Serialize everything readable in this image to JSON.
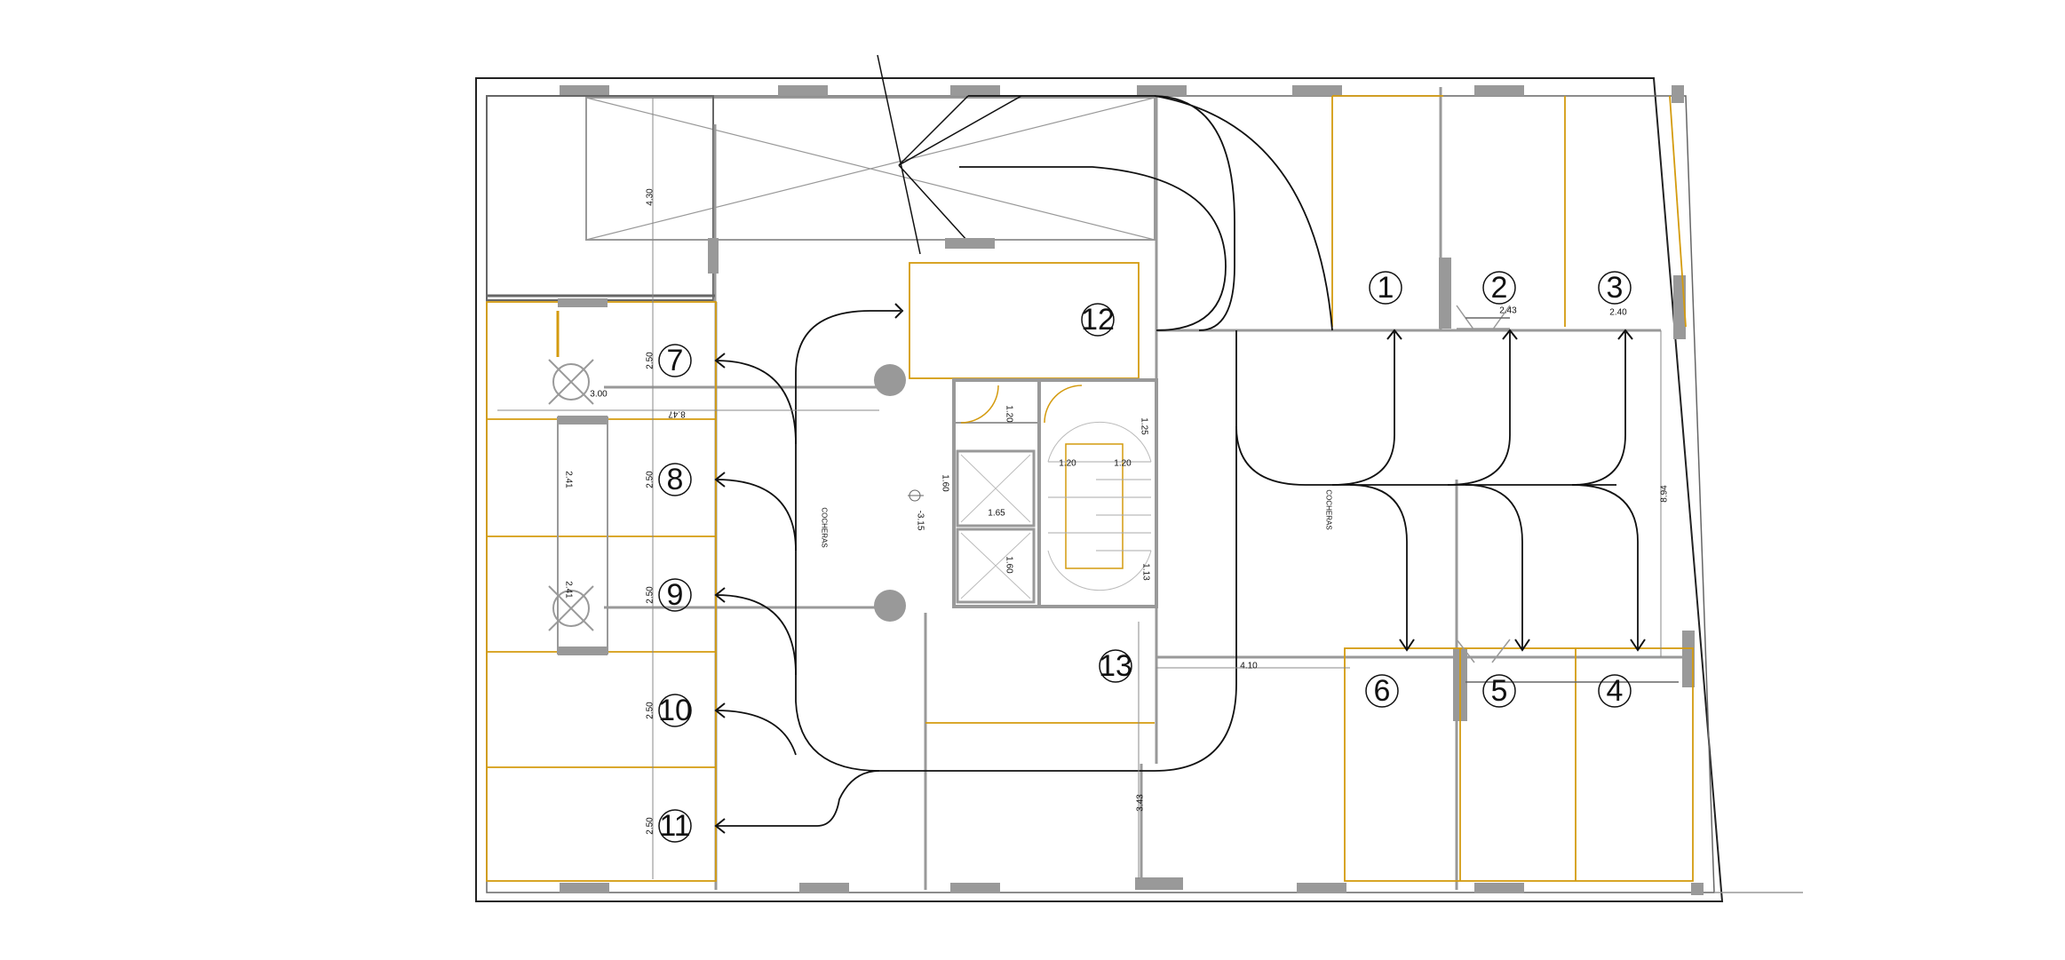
{
  "colors": {
    "wall": "#9a9a9a",
    "wall_dark": "#222222",
    "column": "#9b9b9b",
    "stall_line": "#d49b0f",
    "route": "#111111",
    "background": "#ffffff"
  },
  "icons": {
    "spot_marker": "circled-number",
    "route_arrow": "arrow-head",
    "column": "round-column",
    "elevator": "elevator-x-box",
    "light_fixture": "circle-with-x"
  },
  "spots": [
    {
      "id": "1",
      "label": "1"
    },
    {
      "id": "2",
      "label": "2"
    },
    {
      "id": "3",
      "label": "3"
    },
    {
      "id": "4",
      "label": "4"
    },
    {
      "id": "5",
      "label": "5"
    },
    {
      "id": "6",
      "label": "6"
    },
    {
      "id": "7",
      "label": "7"
    },
    {
      "id": "8",
      "label": "8"
    },
    {
      "id": "9",
      "label": "9"
    },
    {
      "id": "10",
      "label": "10"
    },
    {
      "id": "11",
      "label": "11"
    },
    {
      "id": "12",
      "label": "12"
    },
    {
      "id": "13",
      "label": "13"
    }
  ],
  "dimensions": {
    "d430": "4.30",
    "d250a": "2.50",
    "d250b": "2.50",
    "d250c": "2.50",
    "d250d": "2.50",
    "d250e": "2.50",
    "d300": "3.00",
    "d847": "8.47",
    "d241a": "2.41",
    "d241b": "2.41",
    "d243": "2.43",
    "d240": "2.40",
    "d120a": "1.20",
    "d120b": "1.20",
    "d120c": "1.20",
    "d125": "1.25",
    "d160a": "1.60",
    "d160b": "1.60",
    "d165": "1.65",
    "d113": "1.13",
    "d894": "8.94",
    "d410": "4.10",
    "d343": "3.43",
    "level": "-3.15"
  },
  "rooms": {
    "left": "COCHERAS",
    "right": "COCHERAS"
  }
}
